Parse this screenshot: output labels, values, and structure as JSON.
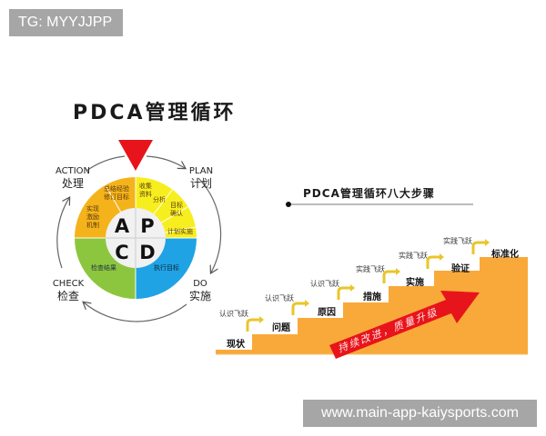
{
  "watermarks": {
    "top": "TG: MYYJJPP",
    "bottom": "www.main-app-kaiysports.com"
  },
  "pdca_cycle": {
    "title": "PDCA管理循环",
    "arrow_color": "#e8141b",
    "quadrant_letters": {
      "a": "A",
      "p": "P",
      "c": "C",
      "d": "D"
    },
    "phases": {
      "plan": {
        "en": "PLAN",
        "zh": "计划"
      },
      "do": {
        "en": "DO",
        "zh": "实施"
      },
      "check": {
        "en": "CHECK",
        "zh": "检查"
      },
      "action": {
        "en": "ACTION",
        "zh": "处理"
      }
    },
    "segments": {
      "plan_1": [
        "收集",
        "资料"
      ],
      "plan_2": "分析",
      "plan_3": [
        "目标",
        "确认"
      ],
      "plan_4": "计划实施",
      "action_1": [
        "总结经验",
        "修订目标"
      ],
      "action_2": [
        "实现",
        "激励",
        "机制"
      ],
      "check_1": "检查结果",
      "do_1": "执行目标"
    },
    "colors": {
      "plan": "#f7ee1f",
      "action": "#f5b31b",
      "check": "#8cc63e",
      "do": "#1fa3e4",
      "center": "#f1f1f1"
    }
  },
  "steps_diagram": {
    "title": "PDCA管理循环八大步骤",
    "banner": "持续改进，质量升级",
    "stair_color": "#f9a93a",
    "steps": [
      {
        "label": "现状",
        "caption": ""
      },
      {
        "label": "问题",
        "caption": "认识飞跃"
      },
      {
        "label": "原因",
        "caption": "认识飞跃"
      },
      {
        "label": "措施",
        "caption": "认识飞跃"
      },
      {
        "label": "实施",
        "caption": "实践飞跃"
      },
      {
        "label": "验证",
        "caption": "实践飞跃"
      },
      {
        "label": "标准化",
        "caption": "实践飞跃"
      }
    ]
  }
}
